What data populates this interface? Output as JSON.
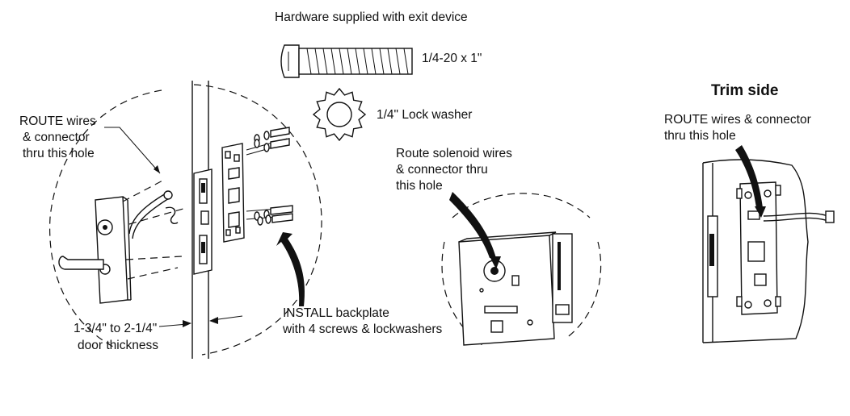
{
  "labels": {
    "hardware_title": "Hardware supplied with exit device",
    "screw_size": "1/4-20 x 1\"",
    "lock_washer": "1/4\" Lock washer",
    "route_left_1": "ROUTE wires",
    "route_left_2": "& connector",
    "route_left_3": "thru this hole",
    "door_thickness_1": "1-3/4\" to 2-1/4\"",
    "door_thickness_2": "door thickness",
    "install_1": "INSTALL backplate",
    "install_2": "with 4 screws & lockwashers",
    "solenoid_1": "Route solenoid wires",
    "solenoid_2": "& connector thru",
    "solenoid_3": "this hole",
    "trim_title": "Trim side",
    "route_right_1": "ROUTE wires & connector",
    "route_right_2": "thru this hole"
  }
}
